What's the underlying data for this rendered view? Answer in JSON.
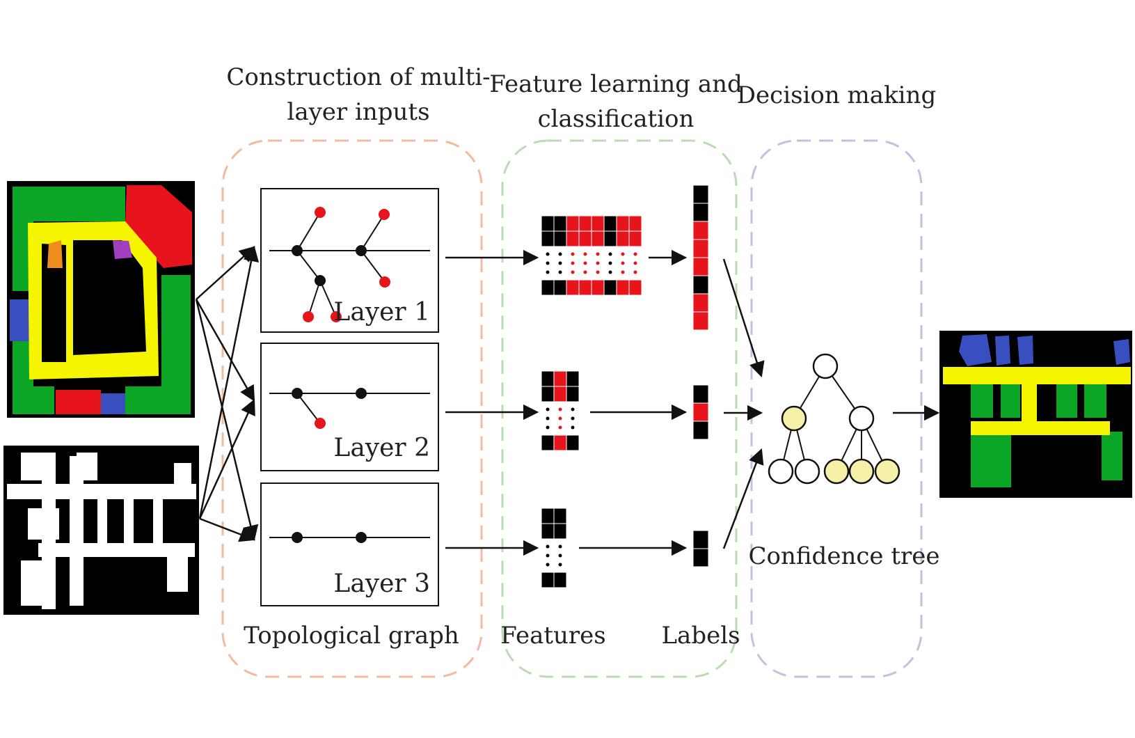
{
  "headings": {
    "construction_line1": "Construction of multi-",
    "construction_line2": "layer inputs",
    "feature_line1": "Feature learning and",
    "feature_line2": "classification",
    "decision": "Decision making"
  },
  "layers": [
    "Layer 1",
    "Layer 2",
    "Layer 3"
  ],
  "bottom_labels": {
    "topological_graph": "Topological graph",
    "features": "Features",
    "labels": "Labels"
  },
  "confidence_tree": "Confidence tree",
  "colors": {
    "construction_border": "#f4b9a0",
    "feature_border": "#b9ddb0",
    "decision_border": "#c5bfe6",
    "red": "#e8141c",
    "black": "#000000",
    "yellow": "#f5f500",
    "green": "#0ca626",
    "blue": "#3a4fbf",
    "tree_yellow": "#f7f0a8"
  }
}
